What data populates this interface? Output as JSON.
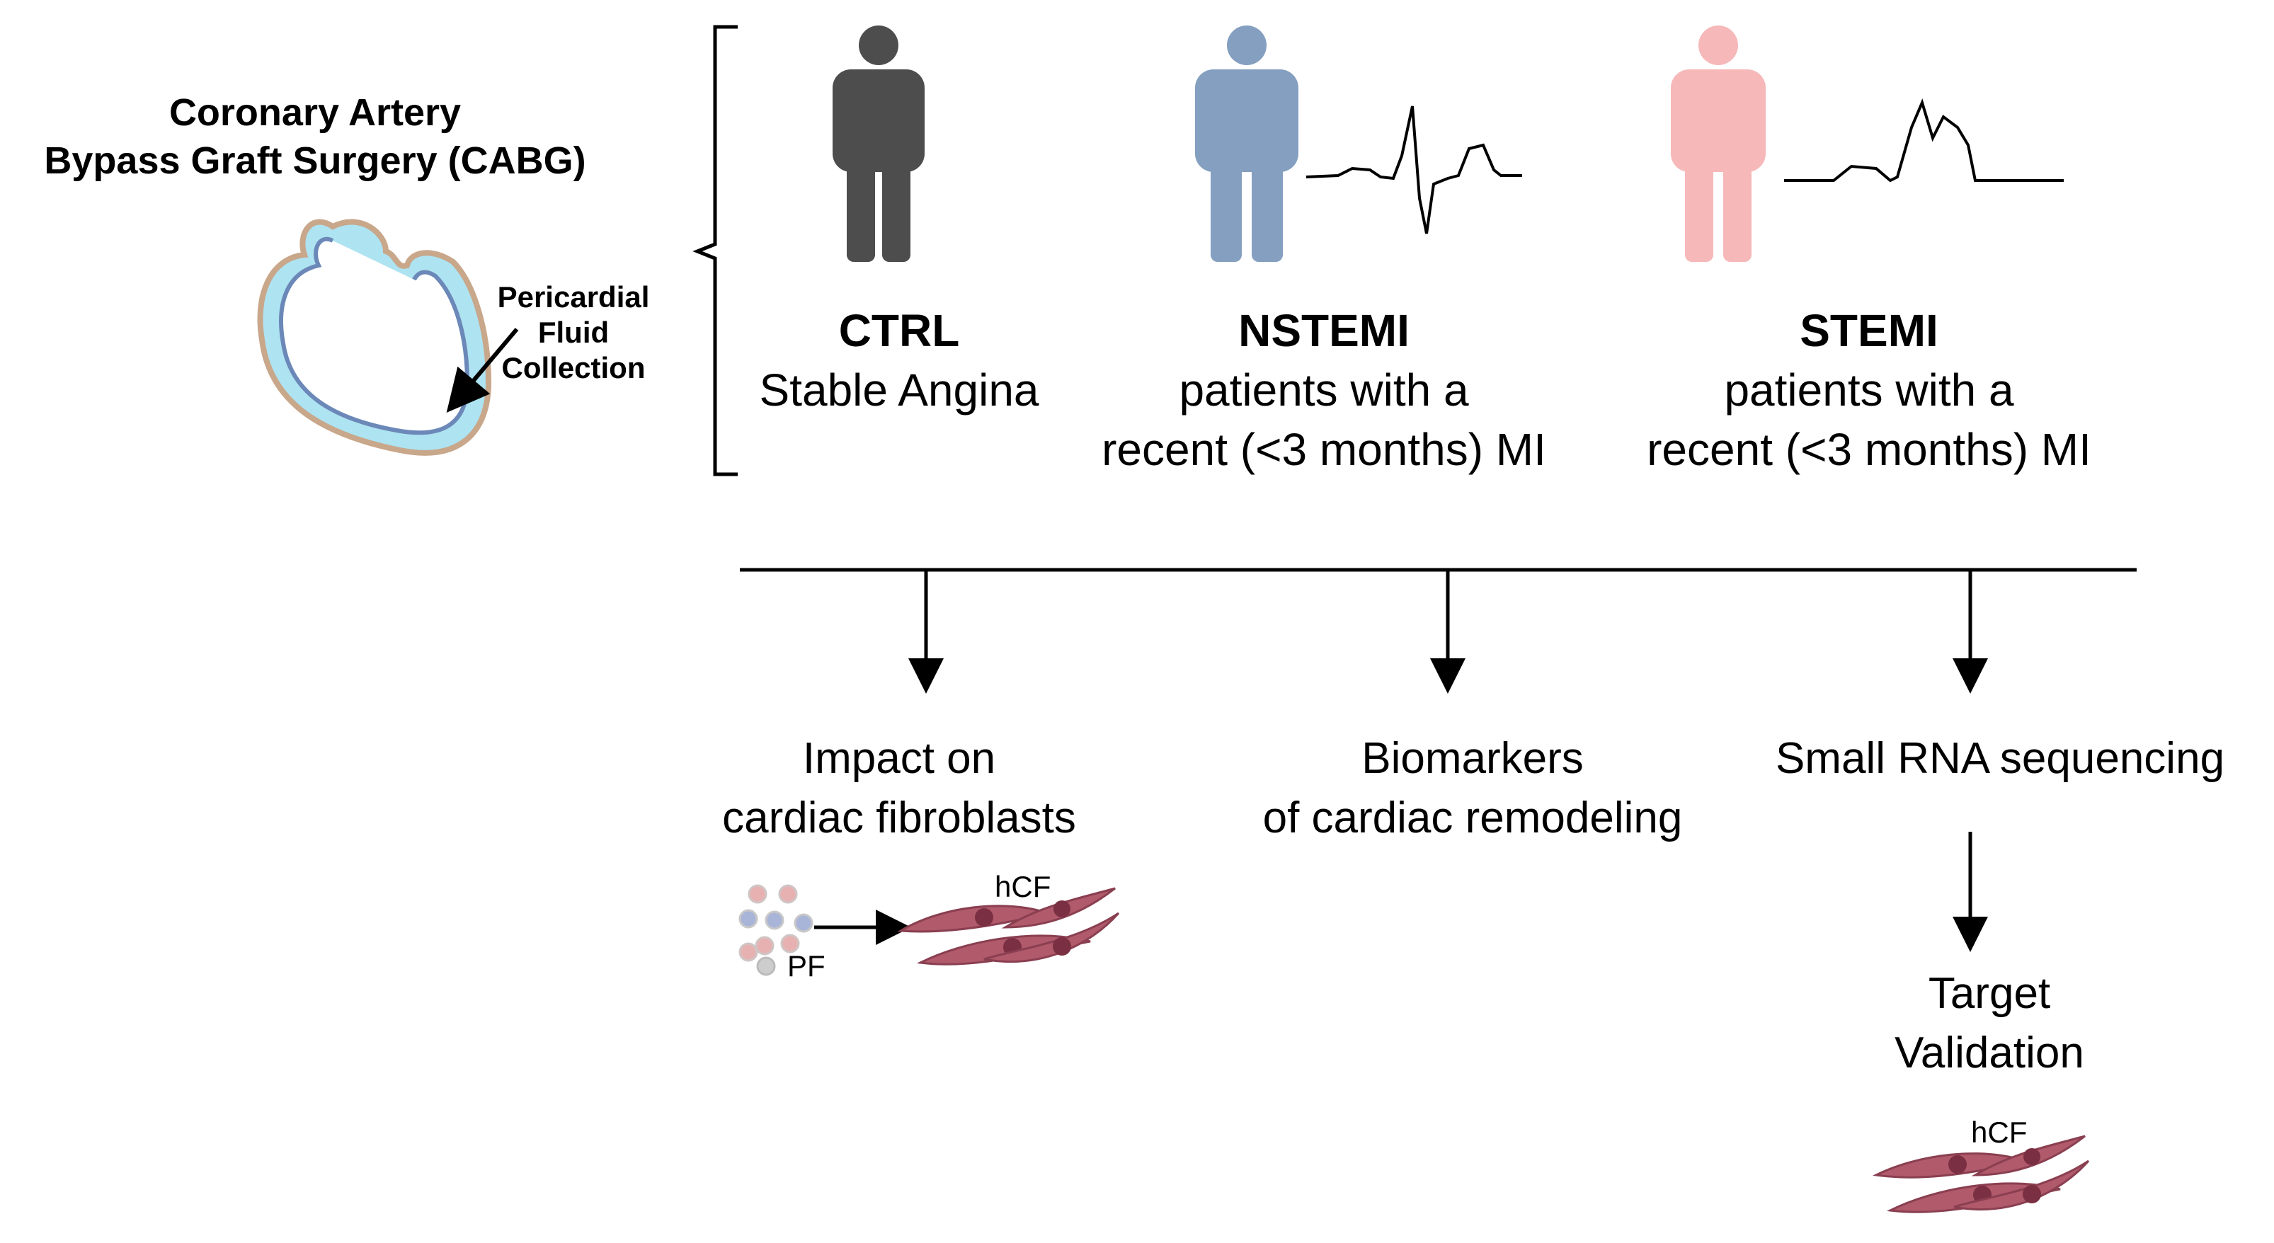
{
  "surgery": {
    "title_line1": "Coronary Artery",
    "title_line2": "Bypass Graft Surgery (CABG)",
    "pf_line1": "Pericardial",
    "pf_line2": "Fluid",
    "pf_line3": "Collection"
  },
  "groups": [
    {
      "name": "CTRL",
      "desc_line1": "Stable Angina",
      "desc_line2": "",
      "color": "#4d4d4d"
    },
    {
      "name": "NSTEMI",
      "desc_line1": "patients with a",
      "desc_line2": "recent (<3 months) MI",
      "color": "#849fc0"
    },
    {
      "name": "STEMI",
      "desc_line1": "patients with a",
      "desc_line2": "recent (<3 months) MI",
      "color": "#f6b8b9"
    }
  ],
  "outcomes": {
    "fibroblasts_line1": "Impact on",
    "fibroblasts_line2": "cardiac fibroblasts",
    "biomarkers_line1": "Biomarkers",
    "biomarkers_line2": "of cardiac remodeling",
    "sequencing": "Small RNA sequencing",
    "target_line1": "Target",
    "target_line2": "Validation",
    "pf_label": "PF",
    "hcf_label": "hCF",
    "hcf_label_2": "hCF"
  },
  "colors": {
    "heart_fill": "#aee3f2",
    "heart_outline": "#c8a78a",
    "cell_fill": "#b05a6c",
    "cell_nucleus": "#7a2f42"
  }
}
